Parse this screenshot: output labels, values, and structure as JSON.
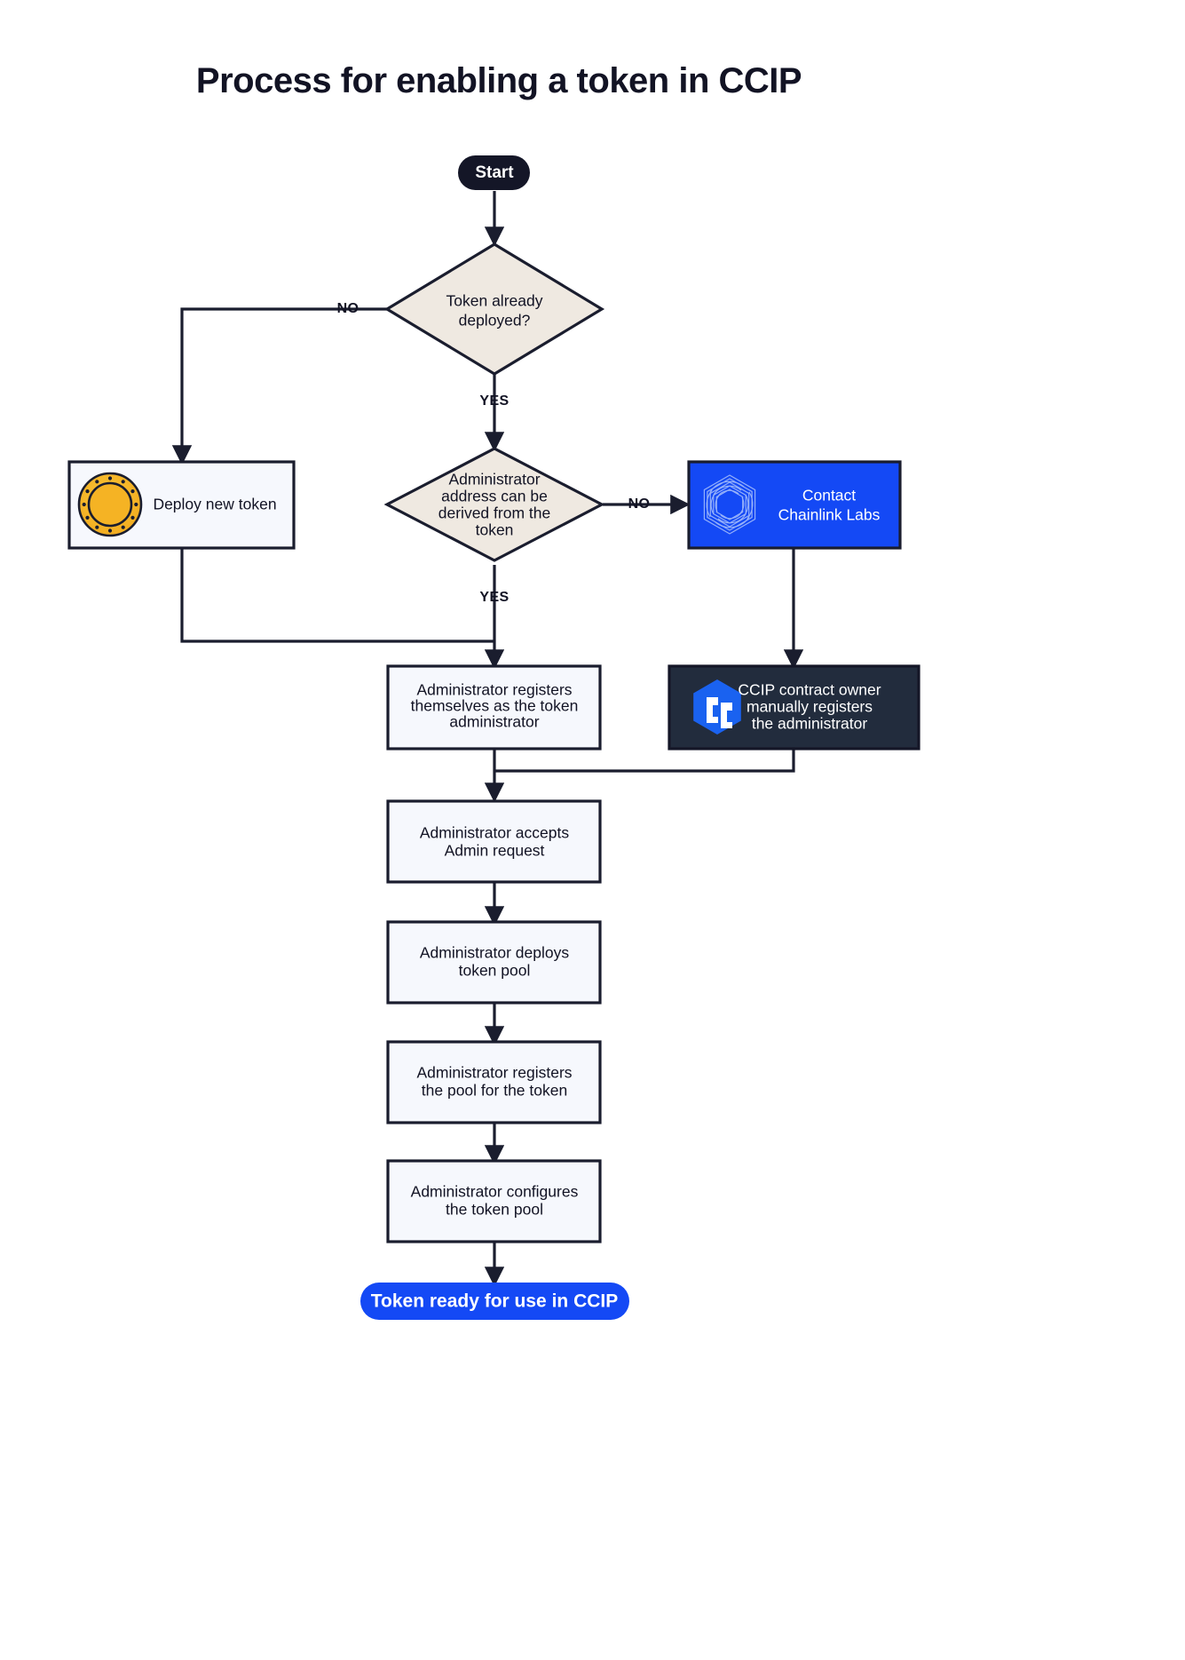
{
  "title": "Process for enabling a token in CCIP",
  "chart_data": {
    "type": "diagram",
    "diagram_kind": "flowchart",
    "title": "Process for enabling a token in CCIP",
    "orientation": "top-to-bottom",
    "colors": {
      "decision_fill": "#efe9e1",
      "process_fill": "#f6f8fd",
      "stroke": "#1a1d2e",
      "start_fill": "#141627",
      "end_fill": "#1449f5",
      "brand_blue": "#1449f5",
      "brand_dark": "#222c3d",
      "coin_gold": "#f5b324",
      "text_dark": "#121324",
      "text_light": "#ffffff",
      "page_background": "#ffffff"
    },
    "nodes": [
      {
        "id": "start",
        "type": "terminator",
        "label": "Start"
      },
      {
        "id": "d1",
        "type": "decision",
        "label": "Token already deployed?"
      },
      {
        "id": "deploy",
        "type": "process-icon",
        "label": "Deploy new token",
        "icon": "coin-icon"
      },
      {
        "id": "d2",
        "type": "decision",
        "label": "Administrator address can be derived from the token"
      },
      {
        "id": "contact",
        "type": "process-brand-blue",
        "label": "Contact Chainlink Labs",
        "icon": "chainlink-logo-icon"
      },
      {
        "id": "register-self",
        "type": "process",
        "label": "Administrator registers themselves as the token administrator"
      },
      {
        "id": "owner-register",
        "type": "process-brand-dark",
        "label": "CCIP contract owner manually registers the administrator",
        "icon": "ccip-logo-icon"
      },
      {
        "id": "accept",
        "type": "process",
        "label": "Administrator accepts Admin request"
      },
      {
        "id": "deploy-pool",
        "type": "process",
        "label": "Administrator deploys token pool"
      },
      {
        "id": "register-pool",
        "type": "process",
        "label": "Administrator registers the pool for the token"
      },
      {
        "id": "configure-pool",
        "type": "process",
        "label": "Administrator configures the token pool"
      },
      {
        "id": "end",
        "type": "terminator",
        "label": "Token ready for use in CCIP"
      }
    ],
    "edges": [
      {
        "from": "start",
        "to": "d1",
        "label": ""
      },
      {
        "from": "d1",
        "to": "deploy",
        "label": "NO"
      },
      {
        "from": "d1",
        "to": "d2",
        "label": "YES"
      },
      {
        "from": "d2",
        "to": "contact",
        "label": "NO"
      },
      {
        "from": "d2",
        "to": "register-self",
        "label": "YES"
      },
      {
        "from": "deploy",
        "to": "register-self",
        "label": ""
      },
      {
        "from": "contact",
        "to": "owner-register",
        "label": ""
      },
      {
        "from": "register-self",
        "to": "accept",
        "label": ""
      },
      {
        "from": "owner-register",
        "to": "accept",
        "label": ""
      },
      {
        "from": "accept",
        "to": "deploy-pool",
        "label": ""
      },
      {
        "from": "deploy-pool",
        "to": "register-pool",
        "label": ""
      },
      {
        "from": "register-pool",
        "to": "configure-pool",
        "label": ""
      },
      {
        "from": "configure-pool",
        "to": "end",
        "label": ""
      }
    ],
    "edge_labels": [
      "NO",
      "YES",
      "NO",
      "YES"
    ]
  },
  "nodes": {
    "start": {
      "label": "Start"
    },
    "decision_token_deployed": {
      "line1": "Token already",
      "line2": "deployed?"
    },
    "deploy_new_token": {
      "label": "Deploy new token"
    },
    "decision_admin_derived": {
      "line1": "Administrator",
      "line2": "address can be",
      "line3": "derived from the",
      "line4": "token"
    },
    "contact_chainlink": {
      "line1": "Contact",
      "line2": "Chainlink Labs"
    },
    "register_self": {
      "line1": "Administrator registers",
      "line2": "themselves as the token",
      "line3": "administrator"
    },
    "owner_registers": {
      "line1": "CCIP contract owner",
      "line2": "manually registers",
      "line3": "the administrator"
    },
    "accept_admin": {
      "line1": "Administrator accepts",
      "line2": "Admin request"
    },
    "deploy_pool": {
      "line1": "Administrator deploys",
      "line2": "token pool"
    },
    "register_pool": {
      "line1": "Administrator registers",
      "line2": "the pool for the token"
    },
    "configure_pool": {
      "line1": "Administrator configures",
      "line2": "the token pool"
    },
    "end": {
      "label": "Token ready for use in CCIP"
    }
  },
  "edge_labels": {
    "no_token_deployed": "NO",
    "yes_token_deployed": "YES",
    "no_admin_derived": "NO",
    "yes_admin_derived": "YES"
  }
}
